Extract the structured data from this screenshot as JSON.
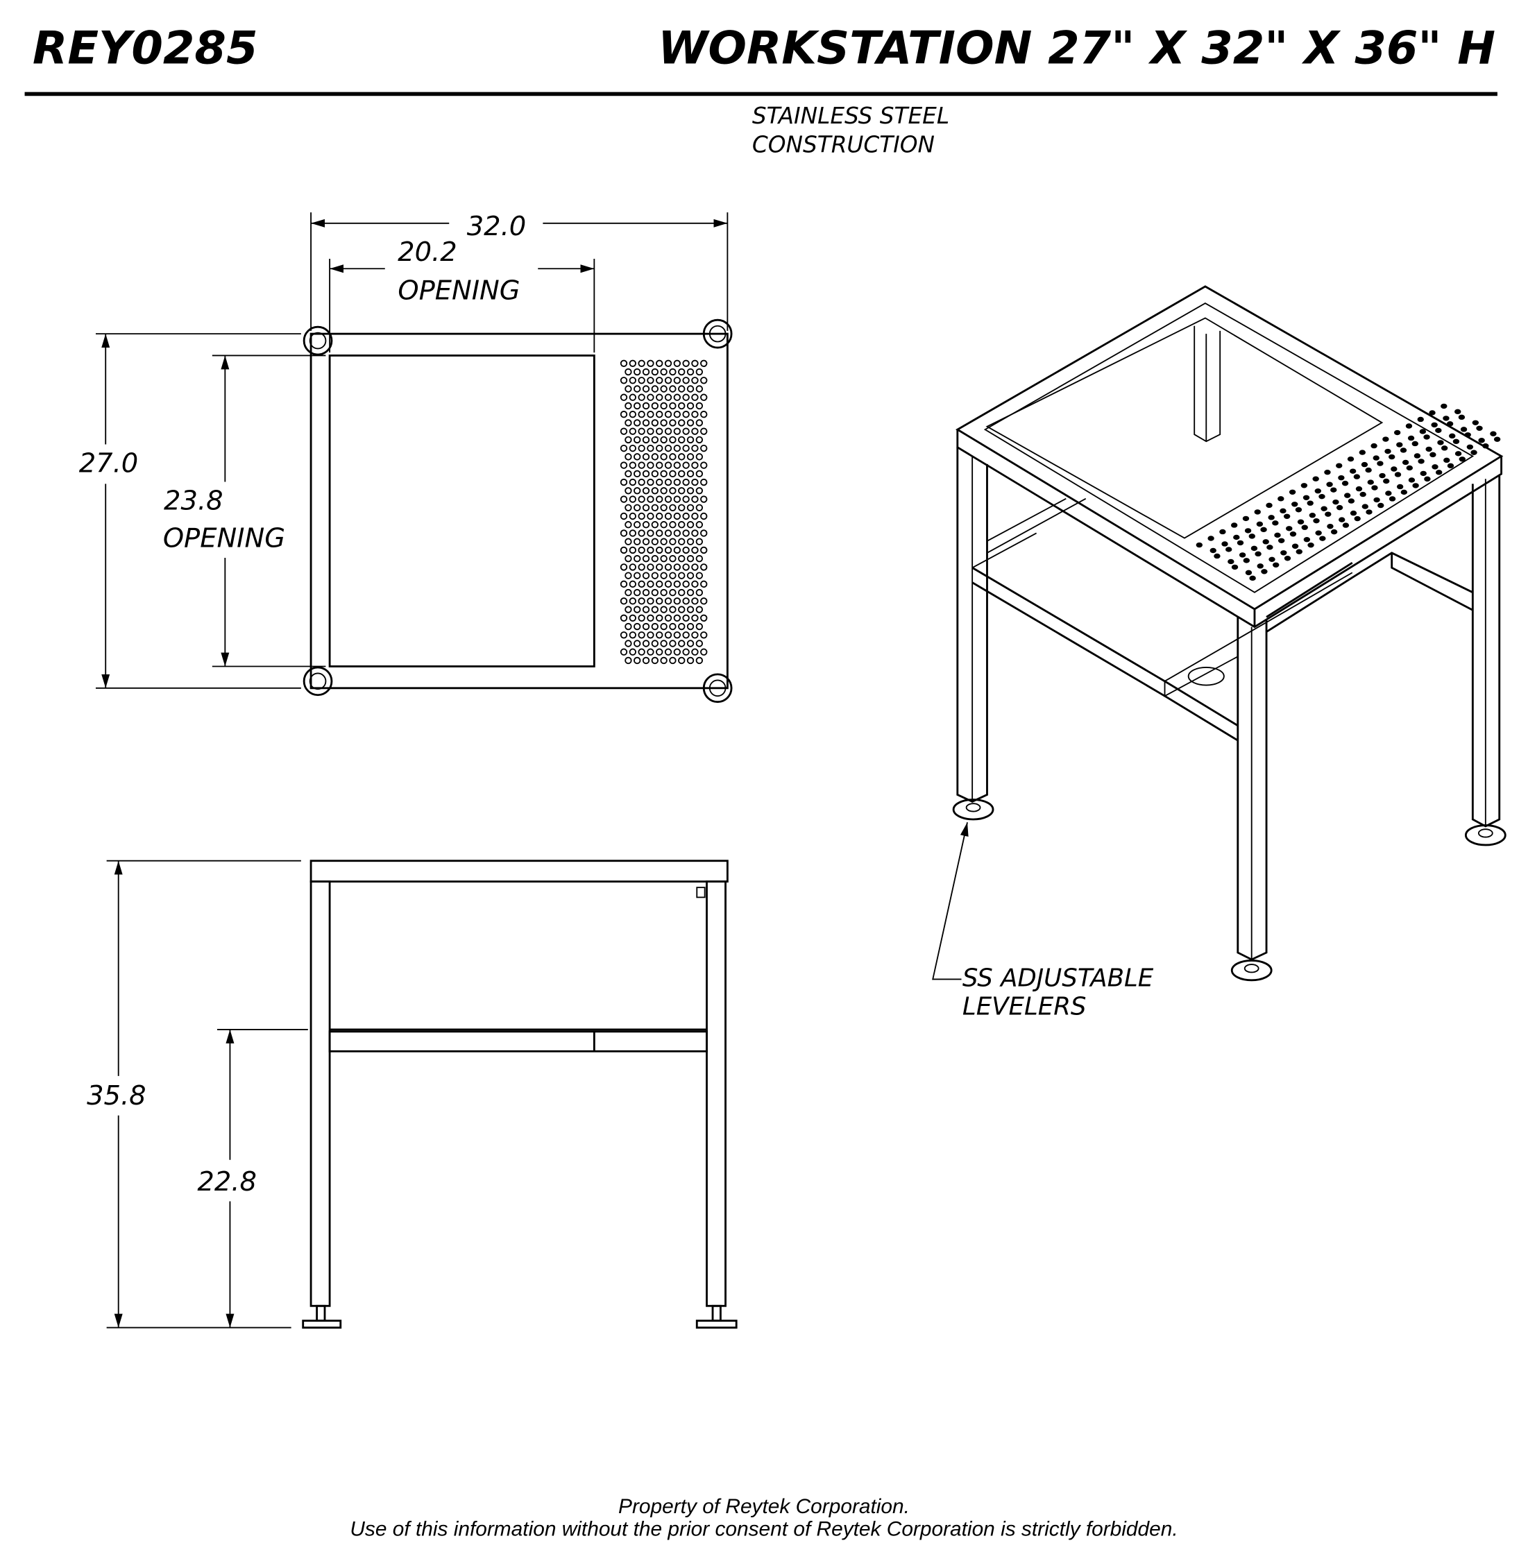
{
  "header": {
    "part_number": "REY0285",
    "title": "WORKSTATION 27\" X 32\" X 36\" H"
  },
  "notes": {
    "material_line1": "STAINLESS STEEL",
    "material_line2": "CONSTRUCTION",
    "leveler_line1": "SS ADJUSTABLE",
    "leveler_line2": "LEVELERS"
  },
  "top_view": {
    "width": "32.0",
    "opening_width": "20.2",
    "opening_width_label": "OPENING",
    "depth": "27.0",
    "opening_depth": "23.8",
    "opening_depth_label": "OPENING"
  },
  "front_view": {
    "height": "35.8",
    "shelf_height": "22.8"
  },
  "footer": {
    "line1": "Property of Reytek Corporation.",
    "line2": "Use of this information without the prior consent of Reytek Corporation is strictly forbidden."
  },
  "colors": {
    "ink": "#000000",
    "paper": "#ffffff"
  }
}
